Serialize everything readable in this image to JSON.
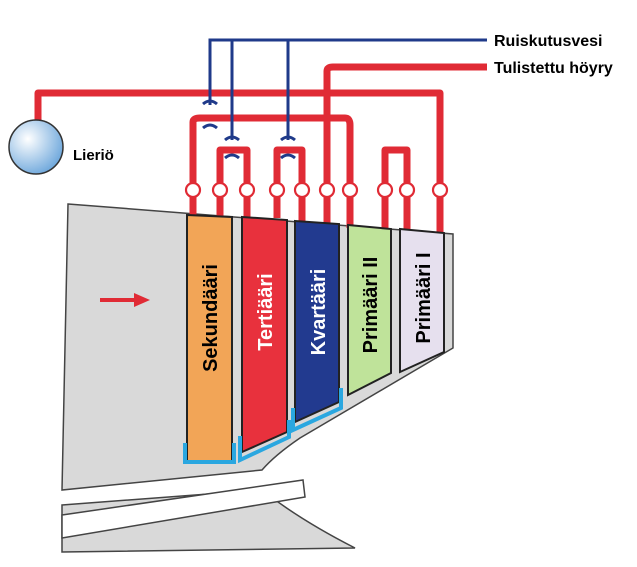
{
  "labels": {
    "drum": "Lieriö",
    "spray_water": "Ruiskutusvesi",
    "superheated_steam": "Tulistettu höyry"
  },
  "panels": [
    {
      "name": "Sekundääri",
      "fill": "#f2a557",
      "text_color": "#000000"
    },
    {
      "name": "Tertiääri",
      "fill": "#e8313d",
      "text_color": "#ffffff"
    },
    {
      "name": "Kvartääri",
      "fill": "#223a8f",
      "text_color": "#ffffff"
    },
    {
      "name": "Primääri II",
      "fill": "#bfe39a",
      "text_color": "#000000"
    },
    {
      "name": "Primääri I",
      "fill": "#e6e0ee",
      "text_color": "#000000"
    }
  ],
  "colors": {
    "steam_pipe": "#e02b35",
    "spray_pipe": "#1f3a8a",
    "boiler": "#d9d9d9",
    "drum": "#7fb3e6",
    "tray": "#2aa7e0",
    "flow_arrow": "#e02b35"
  }
}
